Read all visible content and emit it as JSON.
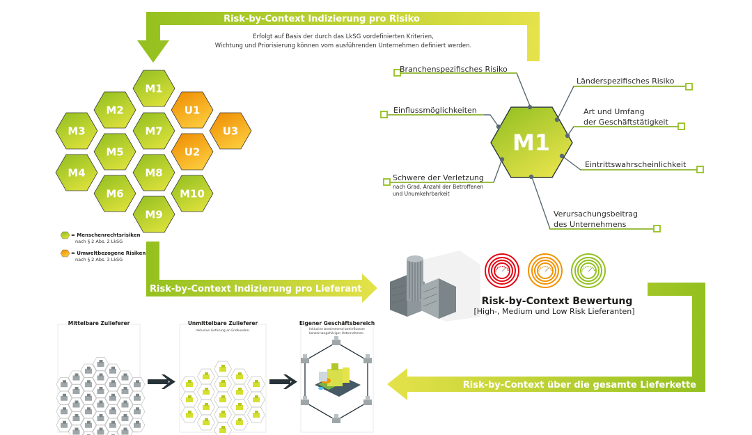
{
  "colors": {
    "green": "#93c01f",
    "green_light": "#c7d92e",
    "yellow": "#e5e24a",
    "orange": "#f39200",
    "orange_light": "#fbc534",
    "red": "#e30613",
    "connector": "#5a6a72",
    "dark_arrow": "#263238"
  },
  "top_banner": {
    "title": "Risk-by-Context Indizierung pro Risiko",
    "note_line1": "Erfolgt auf Basis der durch das LkSG vordefinierten Kriterien,",
    "note_line2": "Wichtung und Priorisierung können vom ausführenden Unternehmen definiert werden."
  },
  "risk_hexes": [
    {
      "id": "M1",
      "type": "human"
    },
    {
      "id": "M2",
      "type": "human"
    },
    {
      "id": "M3",
      "type": "human"
    },
    {
      "id": "M4",
      "type": "human"
    },
    {
      "id": "M5",
      "type": "human"
    },
    {
      "id": "M6",
      "type": "human"
    },
    {
      "id": "M7",
      "type": "human"
    },
    {
      "id": "M8",
      "type": "human"
    },
    {
      "id": "M9",
      "type": "human"
    },
    {
      "id": "M10",
      "type": "human"
    },
    {
      "id": "U1",
      "type": "env"
    },
    {
      "id": "U2",
      "type": "env"
    },
    {
      "id": "U3",
      "type": "env"
    }
  ],
  "legend": [
    {
      "icon": "green-hexagon-icon",
      "title": "= Menschenrechtsrisiken",
      "subtitle": "nach § 2 Abs. 2 LkSG"
    },
    {
      "icon": "orange-hexagon-icon",
      "title": "= Umweltbezogene Risiken",
      "subtitle": "nach § 2 Abs. 3 LkSG"
    }
  ],
  "m1_detail": {
    "label": "M1",
    "criteria": [
      {
        "line1": "Branchenspezifisches Risiko"
      },
      {
        "line1": "Länderspezifisches Risiko"
      },
      {
        "line1": "Einflussmöglichkeiten"
      },
      {
        "line1": "Art und Umfang",
        "line2": "der Geschäftstätigkeit"
      },
      {
        "line1": "Eintrittswahrscheinlichkeit"
      },
      {
        "line1": "Schwere der Verletzung",
        "small1": "nach Grad, Anzahl der Betroffenen",
        "small2": "und Unumkehrbarkeit"
      },
      {
        "line1": "Verursachungsbeitrag",
        "line2": "des Unternehmens"
      }
    ]
  },
  "supplier_banner": {
    "title": "Risk-by-Context Indizierung pro Lieferant"
  },
  "rating": {
    "title": "Risk-by-Context Bewertung",
    "subtitle": "[High-, Medium und Low Risk Lieferanten]",
    "levels": [
      {
        "name": "High",
        "color": "#e30613"
      },
      {
        "name": "Medium",
        "color": "#f39200"
      },
      {
        "name": "Low",
        "color": "#93c01f"
      }
    ]
  },
  "supply_chain": {
    "panels": [
      {
        "title": "Mittelbare Zulieferer",
        "subtitle": ""
      },
      {
        "title": "Unmittelbare Zulieferer",
        "subtitle": "Inklusive Lieferung an Endkunden."
      },
      {
        "title": "Eigener Geschäftsbereich",
        "subtitle": "Inklusive bestimmend beeinflusster",
        "subtitle2": "konzernangehöriger Unternehmen."
      }
    ]
  },
  "bottom_banner": {
    "title": "Risk-by-Context über die gesamte Lieferkette"
  }
}
